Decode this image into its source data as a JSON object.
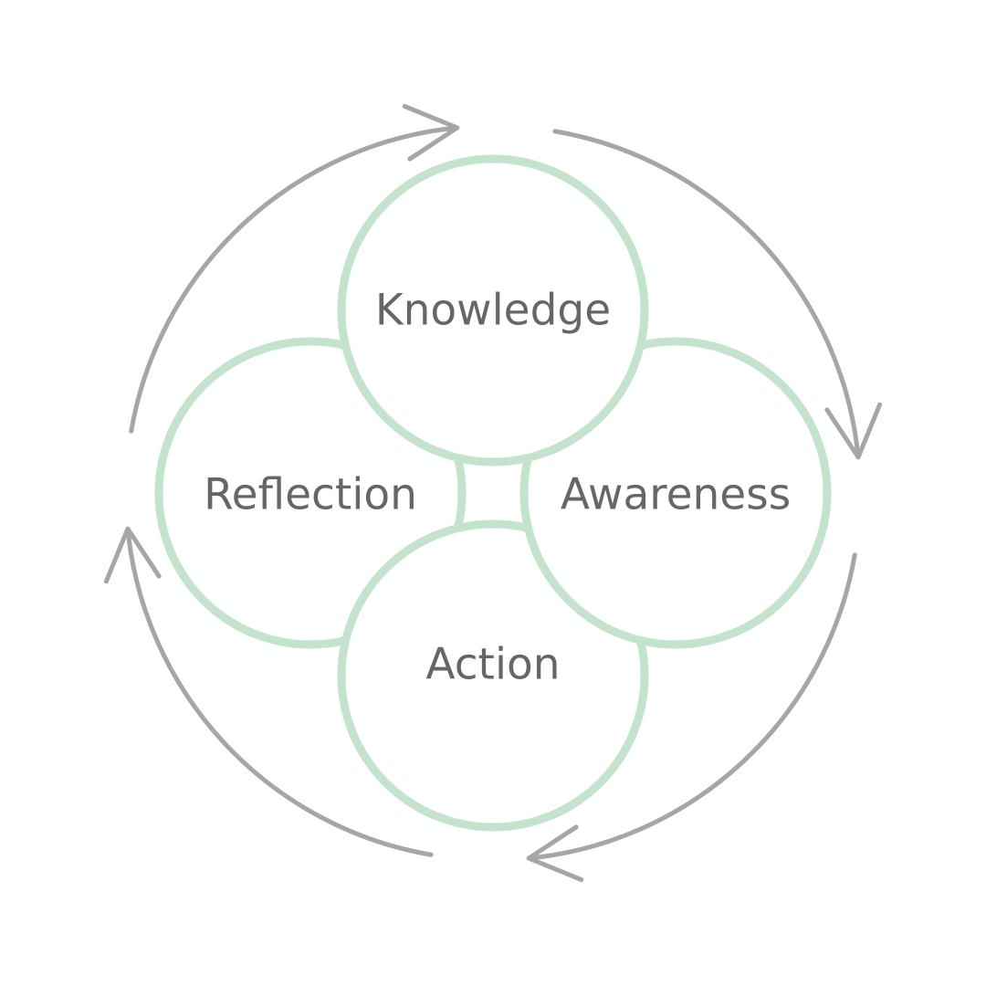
{
  "diagram": {
    "type": "cycle",
    "direction": "clockwise",
    "colors": {
      "node_stroke": "#c3e3cc",
      "node_fill": "#ffffff",
      "label": "#666666",
      "arrow": "#a6a6a6",
      "background": "#ffffff"
    },
    "nodes": [
      {
        "id": "reflection",
        "label": "Reflection",
        "position": "left"
      },
      {
        "id": "action",
        "label": "Action",
        "position": "bottom"
      },
      {
        "id": "awareness",
        "label": "Awareness",
        "position": "right"
      },
      {
        "id": "knowledge",
        "label": "Knowledge",
        "position": "top"
      }
    ],
    "arrows": [
      {
        "from": "reflection",
        "to": "knowledge",
        "quadrant": "top-left"
      },
      {
        "from": "knowledge",
        "to": "awareness",
        "quadrant": "top-right"
      },
      {
        "from": "awareness",
        "to": "action",
        "quadrant": "bottom-right"
      },
      {
        "from": "action",
        "to": "reflection",
        "quadrant": "bottom-left"
      }
    ]
  }
}
